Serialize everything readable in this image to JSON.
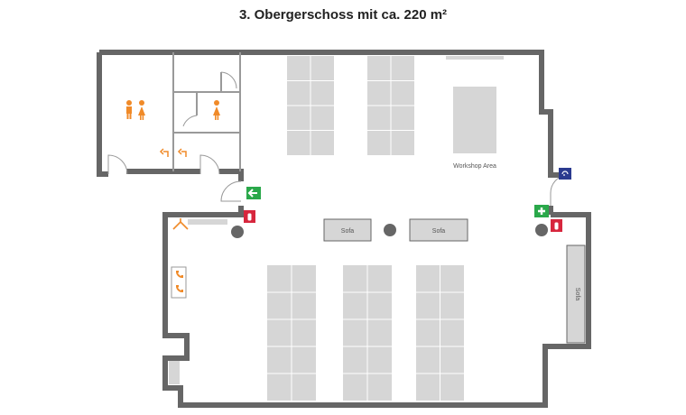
{
  "title": "3. Obergerschoss mit ca. 220 m²",
  "labels": {
    "workshop_area": "Workshop Area",
    "sofa_left": "Sofa",
    "sofa_right": "Sofa",
    "sofa_vertical": "Sofa"
  },
  "colors": {
    "wall": "#666666",
    "furniture": "#d6d6d6",
    "furniture_line": "#ffffff",
    "restroom_orange": "#f08a28",
    "exit_green": "#2aa84a",
    "fire_red": "#d7263d",
    "accessibility_blue": "#2b3a8f"
  },
  "icons": [
    "restroom-couple-icon",
    "restroom-woman-icon",
    "exit-arrow-icon",
    "first-aid-icon",
    "fire-extinguisher-icon",
    "hearing-loop-icon",
    "coat-hanger-icon",
    "phone-icon"
  ]
}
